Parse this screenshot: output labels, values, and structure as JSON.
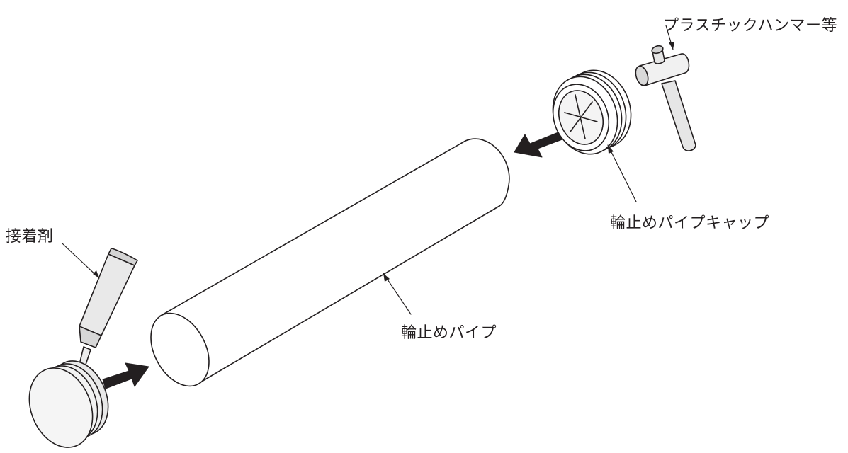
{
  "labels": {
    "hammer": "プラスチックハンマー等",
    "cap": "輪止めパイプキャップ",
    "adhesive": "接着剤",
    "pipe": "輪止めパイプ"
  },
  "colors": {
    "line": "#231f20",
    "fill_light": "#f2f2f2",
    "fill_mid": "#e3e3e3",
    "fill_dark": "#c9c9c9",
    "arrow": "#231f20"
  }
}
